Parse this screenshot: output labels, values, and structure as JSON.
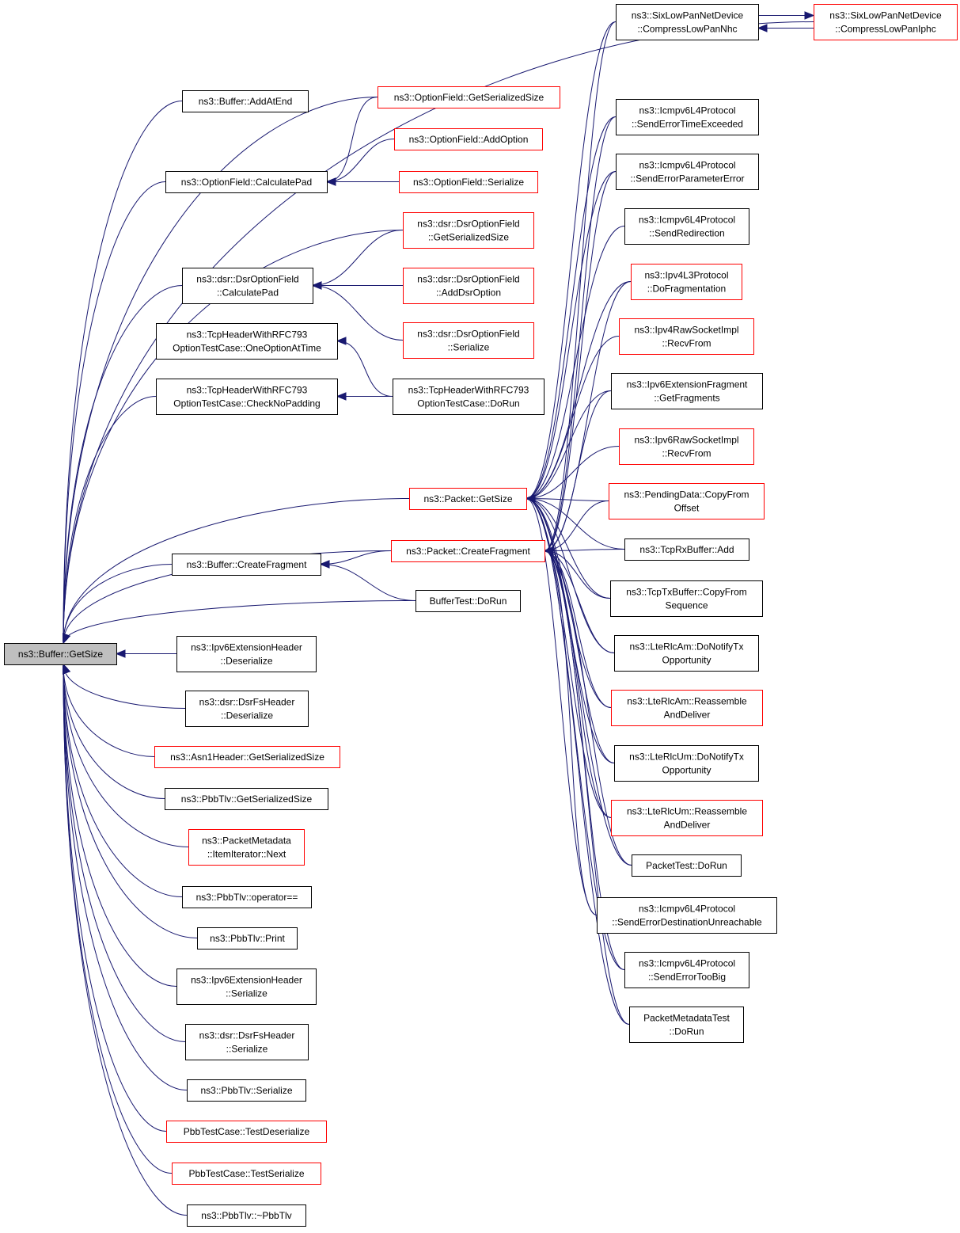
{
  "diagram": {
    "type": "caller-graph",
    "colors": {
      "edge": "#191970",
      "normal_border": "#000000",
      "truncated_border": "#ff0000",
      "root_fill": "#bfbfbf",
      "node_fill": "#ffffff"
    },
    "nodes": [
      {
        "id": "root",
        "lines": [
          "ns3::Buffer::GetSize"
        ],
        "style": "root"
      },
      {
        "id": "buf_addatend",
        "lines": [
          "ns3::Buffer::AddAtEnd"
        ],
        "style": "normal"
      },
      {
        "id": "of_calcpad",
        "lines": [
          "ns3::OptionField::CalculatePad"
        ],
        "style": "normal"
      },
      {
        "id": "dsr_calcpad",
        "lines": [
          "ns3::dsr::DsrOptionField",
          "::CalculatePad"
        ],
        "style": "normal"
      },
      {
        "id": "tcp_oneopt",
        "lines": [
          "ns3::TcpHeaderWithRFC793",
          "OptionTestCase::OneOptionAtTime"
        ],
        "style": "normal"
      },
      {
        "id": "tcp_nopad",
        "lines": [
          "ns3::TcpHeaderWithRFC793",
          "OptionTestCase::CheckNoPadding"
        ],
        "style": "normal"
      },
      {
        "id": "buf_createfrag",
        "lines": [
          "ns3::Buffer::CreateFragment"
        ],
        "style": "normal"
      },
      {
        "id": "ipv6eh_deser",
        "lines": [
          "ns3::Ipv6ExtensionHeader",
          "::Deserialize"
        ],
        "style": "normal"
      },
      {
        "id": "dsrfs_deser",
        "lines": [
          "ns3::dsr::DsrFsHeader",
          "::Deserialize"
        ],
        "style": "normal"
      },
      {
        "id": "asn1_gss",
        "lines": [
          "ns3::Asn1Header::GetSerializedSize"
        ],
        "style": "truncated"
      },
      {
        "id": "pbbtlv_gss",
        "lines": [
          "ns3::PbbTlv::GetSerializedSize"
        ],
        "style": "normal"
      },
      {
        "id": "pm_next",
        "lines": [
          "ns3::PacketMetadata",
          "::ItemIterator::Next"
        ],
        "style": "truncated"
      },
      {
        "id": "pbbtlv_eq",
        "lines": [
          "ns3::PbbTlv::operator=="
        ],
        "style": "normal"
      },
      {
        "id": "pbbtlv_print",
        "lines": [
          "ns3::PbbTlv::Print"
        ],
        "style": "normal"
      },
      {
        "id": "ipv6eh_ser",
        "lines": [
          "ns3::Ipv6ExtensionHeader",
          "::Serialize"
        ],
        "style": "normal"
      },
      {
        "id": "dsrfs_ser",
        "lines": [
          "ns3::dsr::DsrFsHeader",
          "::Serialize"
        ],
        "style": "normal"
      },
      {
        "id": "pbbtlv_ser",
        "lines": [
          "ns3::PbbTlv::Serialize"
        ],
        "style": "normal"
      },
      {
        "id": "pbbtc_deser",
        "lines": [
          "PbbTestCase::TestDeserialize"
        ],
        "style": "truncated"
      },
      {
        "id": "pbbtc_ser",
        "lines": [
          "PbbTestCase::TestSerialize"
        ],
        "style": "truncated"
      },
      {
        "id": "pbbtlv_dtor",
        "lines": [
          "ns3::PbbTlv::~PbbTlv"
        ],
        "style": "normal"
      },
      {
        "id": "of_gss",
        "lines": [
          "ns3::OptionField::GetSerializedSize"
        ],
        "style": "truncated"
      },
      {
        "id": "of_addopt",
        "lines": [
          "ns3::OptionField::AddOption"
        ],
        "style": "truncated"
      },
      {
        "id": "of_ser",
        "lines": [
          "ns3::OptionField::Serialize"
        ],
        "style": "truncated"
      },
      {
        "id": "dsr_gss",
        "lines": [
          "ns3::dsr::DsrOptionField",
          "::GetSerializedSize"
        ],
        "style": "truncated"
      },
      {
        "id": "dsr_addopt",
        "lines": [
          "ns3::dsr::DsrOptionField",
          "::AddDsrOption"
        ],
        "style": "truncated"
      },
      {
        "id": "dsr_ser",
        "lines": [
          "ns3::dsr::DsrOptionField",
          "::Serialize"
        ],
        "style": "truncated"
      },
      {
        "id": "tcp_dorun",
        "lines": [
          "ns3::TcpHeaderWithRFC793",
          "OptionTestCase::DoRun"
        ],
        "style": "normal"
      },
      {
        "id": "pkt_getsize",
        "lines": [
          "ns3::Packet::GetSize"
        ],
        "style": "truncated"
      },
      {
        "id": "pkt_createfrag",
        "lines": [
          "ns3::Packet::CreateFragment"
        ],
        "style": "truncated"
      },
      {
        "id": "buftest_dorun",
        "lines": [
          "BufferTest::DoRun"
        ],
        "style": "normal"
      },
      {
        "id": "slp_nhc",
        "lines": [
          "ns3::SixLowPanNetDevice",
          "::CompressLowPanNhc"
        ],
        "style": "normal"
      },
      {
        "id": "slp_iphc",
        "lines": [
          "ns3::SixLowPanNetDevice",
          "::CompressLowPanIphc"
        ],
        "style": "truncated"
      },
      {
        "id": "icmp_timeexc",
        "lines": [
          "ns3::Icmpv6L4Protocol",
          "::SendErrorTimeExceeded"
        ],
        "style": "normal"
      },
      {
        "id": "icmp_paramerr",
        "lines": [
          "ns3::Icmpv6L4Protocol",
          "::SendErrorParameterError"
        ],
        "style": "normal"
      },
      {
        "id": "icmp_redirect",
        "lines": [
          "ns3::Icmpv6L4Protocol",
          "::SendRedirection"
        ],
        "style": "normal"
      },
      {
        "id": "ipv4l3_dofrag",
        "lines": [
          "ns3::Ipv4L3Protocol",
          "::DoFragmentation"
        ],
        "style": "truncated"
      },
      {
        "id": "ipv4raw_recv",
        "lines": [
          "ns3::Ipv4RawSocketImpl",
          "::RecvFrom"
        ],
        "style": "truncated"
      },
      {
        "id": "ipv6frag_get",
        "lines": [
          "ns3::Ipv6ExtensionFragment",
          "::GetFragments"
        ],
        "style": "normal"
      },
      {
        "id": "ipv6raw_recv",
        "lines": [
          "ns3::Ipv6RawSocketImpl",
          "::RecvFrom"
        ],
        "style": "truncated"
      },
      {
        "id": "pending_copy",
        "lines": [
          "ns3::PendingData::CopyFrom",
          "Offset"
        ],
        "style": "truncated"
      },
      {
        "id": "tcprx_add",
        "lines": [
          "ns3::TcpRxBuffer::Add"
        ],
        "style": "normal"
      },
      {
        "id": "tcptx_copy",
        "lines": [
          "ns3::TcpTxBuffer::CopyFrom",
          "Sequence"
        ],
        "style": "normal"
      },
      {
        "id": "rlcam_notify",
        "lines": [
          "ns3::LteRlcAm::DoNotifyTx",
          "Opportunity"
        ],
        "style": "normal"
      },
      {
        "id": "rlcam_reasm",
        "lines": [
          "ns3::LteRlcAm::Reassemble",
          "AndDeliver"
        ],
        "style": "truncated"
      },
      {
        "id": "rlcum_notify",
        "lines": [
          "ns3::LteRlcUm::DoNotifyTx",
          "Opportunity"
        ],
        "style": "normal"
      },
      {
        "id": "rlcum_reasm",
        "lines": [
          "ns3::LteRlcUm::Reassemble",
          "AndDeliver"
        ],
        "style": "truncated"
      },
      {
        "id": "pkttest_dorun",
        "lines": [
          "PacketTest::DoRun"
        ],
        "style": "normal"
      },
      {
        "id": "icmp_destunr",
        "lines": [
          "ns3::Icmpv6L4Protocol",
          "::SendErrorDestinationUnreachable"
        ],
        "style": "normal"
      },
      {
        "id": "icmp_toobig",
        "lines": [
          "ns3::Icmpv6L4Protocol",
          "::SendErrorTooBig"
        ],
        "style": "normal"
      },
      {
        "id": "pmtest_dorun",
        "lines": [
          "PacketMetadataTest",
          "::DoRun"
        ],
        "style": "normal"
      }
    ],
    "edges": [
      {
        "from": "buf_addatend",
        "to": "root"
      },
      {
        "from": "of_gss",
        "to": "root"
      },
      {
        "from": "of_calcpad",
        "to": "root"
      },
      {
        "from": "dsr_gss",
        "to": "root"
      },
      {
        "from": "dsr_calcpad",
        "to": "root"
      },
      {
        "from": "tcp_nopad",
        "to": "root"
      },
      {
        "from": "slp_iphc",
        "to": "root"
      },
      {
        "from": "pkt_getsize",
        "to": "root"
      },
      {
        "from": "pkt_createfrag",
        "to": "root"
      },
      {
        "from": "buf_createfrag",
        "to": "root"
      },
      {
        "from": "buftest_dorun",
        "to": "root"
      },
      {
        "from": "ipv6eh_deser",
        "to": "root"
      },
      {
        "from": "dsrfs_deser",
        "to": "root"
      },
      {
        "from": "asn1_gss",
        "to": "root"
      },
      {
        "from": "pbbtlv_gss",
        "to": "root"
      },
      {
        "from": "pm_next",
        "to": "root"
      },
      {
        "from": "pbbtlv_eq",
        "to": "root"
      },
      {
        "from": "pbbtlv_print",
        "to": "root"
      },
      {
        "from": "ipv6eh_ser",
        "to": "root"
      },
      {
        "from": "dsrfs_ser",
        "to": "root"
      },
      {
        "from": "pbbtlv_ser",
        "to": "root"
      },
      {
        "from": "pbbtc_deser",
        "to": "root"
      },
      {
        "from": "pbbtc_ser",
        "to": "root"
      },
      {
        "from": "pbbtlv_dtor",
        "to": "root"
      },
      {
        "from": "of_gss",
        "to": "of_calcpad"
      },
      {
        "from": "of_addopt",
        "to": "of_calcpad"
      },
      {
        "from": "of_ser",
        "to": "of_calcpad"
      },
      {
        "from": "dsr_gss",
        "to": "dsr_calcpad"
      },
      {
        "from": "dsr_addopt",
        "to": "dsr_calcpad"
      },
      {
        "from": "dsr_ser",
        "to": "dsr_calcpad"
      },
      {
        "from": "tcp_dorun",
        "to": "tcp_oneopt"
      },
      {
        "from": "tcp_dorun",
        "to": "tcp_nopad"
      },
      {
        "from": "pkt_createfrag",
        "to": "buf_createfrag"
      },
      {
        "from": "buftest_dorun",
        "to": "buf_createfrag"
      },
      {
        "from": "slp_iphc",
        "to": "slp_nhc"
      },
      {
        "from": "slp_nhc",
        "to": "slp_iphc"
      },
      {
        "from": "slp_nhc",
        "to": "pkt_getsize"
      },
      {
        "from": "icmp_timeexc",
        "to": "pkt_getsize"
      },
      {
        "from": "icmp_paramerr",
        "to": "pkt_getsize"
      },
      {
        "from": "icmp_redirect",
        "to": "pkt_getsize"
      },
      {
        "from": "ipv4l3_dofrag",
        "to": "pkt_getsize"
      },
      {
        "from": "ipv4raw_recv",
        "to": "pkt_getsize"
      },
      {
        "from": "ipv6frag_get",
        "to": "pkt_getsize"
      },
      {
        "from": "ipv6raw_recv",
        "to": "pkt_getsize"
      },
      {
        "from": "pending_copy",
        "to": "pkt_getsize"
      },
      {
        "from": "tcprx_add",
        "to": "pkt_getsize"
      },
      {
        "from": "tcptx_copy",
        "to": "pkt_getsize"
      },
      {
        "from": "rlcam_notify",
        "to": "pkt_getsize"
      },
      {
        "from": "rlcam_reasm",
        "to": "pkt_getsize"
      },
      {
        "from": "rlcum_notify",
        "to": "pkt_getsize"
      },
      {
        "from": "rlcum_reasm",
        "to": "pkt_getsize"
      },
      {
        "from": "pkttest_dorun",
        "to": "pkt_getsize"
      },
      {
        "from": "icmp_destunr",
        "to": "pkt_getsize"
      },
      {
        "from": "icmp_toobig",
        "to": "pkt_getsize"
      },
      {
        "from": "pmtest_dorun",
        "to": "pkt_getsize"
      },
      {
        "from": "slp_nhc",
        "to": "pkt_createfrag"
      },
      {
        "from": "ipv4l3_dofrag",
        "to": "pkt_createfrag"
      },
      {
        "from": "ipv6frag_get",
        "to": "pkt_createfrag"
      },
      {
        "from": "pending_copy",
        "to": "pkt_createfrag"
      },
      {
        "from": "tcprx_add",
        "to": "pkt_createfrag"
      },
      {
        "from": "tcptx_copy",
        "to": "pkt_createfrag"
      },
      {
        "from": "rlcam_notify",
        "to": "pkt_createfrag"
      },
      {
        "from": "rlcam_reasm",
        "to": "pkt_createfrag"
      },
      {
        "from": "rlcum_notify",
        "to": "pkt_createfrag"
      },
      {
        "from": "rlcum_reasm",
        "to": "pkt_createfrag"
      },
      {
        "from": "pkttest_dorun",
        "to": "pkt_createfrag"
      },
      {
        "from": "icmp_destunr",
        "to": "pkt_createfrag"
      },
      {
        "from": "icmp_toobig",
        "to": "pkt_createfrag"
      },
      {
        "from": "pmtest_dorun",
        "to": "pkt_createfrag"
      },
      {
        "from": "icmp_timeexc",
        "to": "pkt_createfrag"
      },
      {
        "from": "icmp_paramerr",
        "to": "pkt_createfrag"
      }
    ]
  }
}
